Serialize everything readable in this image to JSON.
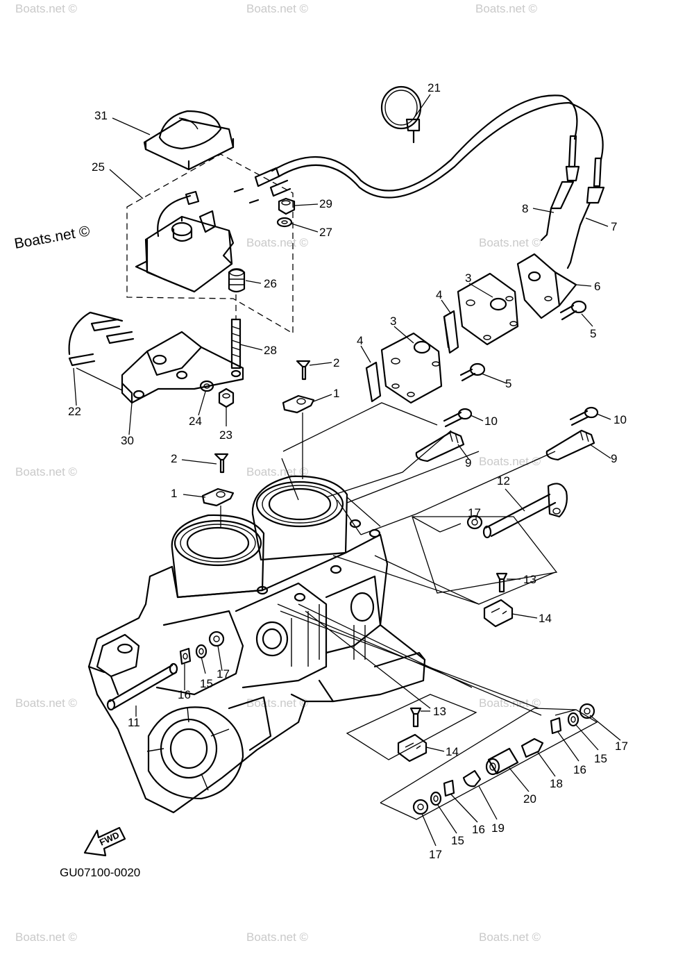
{
  "watermarks": {
    "main": "Boats.net ©",
    "faint": "Boats.net ©"
  },
  "diagram_code": "GU07100-0020",
  "fwd_label": "FWD",
  "callouts": [
    {
      "id": "c31",
      "label": "31"
    },
    {
      "id": "c25",
      "label": "25"
    },
    {
      "id": "c21",
      "label": "21"
    },
    {
      "id": "c29",
      "label": "29"
    },
    {
      "id": "c27",
      "label": "27"
    },
    {
      "id": "c8",
      "label": "8"
    },
    {
      "id": "c7",
      "label": "7"
    },
    {
      "id": "c26",
      "label": "26"
    },
    {
      "id": "c6",
      "label": "6"
    },
    {
      "id": "c3a",
      "label": "3"
    },
    {
      "id": "c4a",
      "label": "4"
    },
    {
      "id": "c5a",
      "label": "5"
    },
    {
      "id": "c28",
      "label": "28"
    },
    {
      "id": "c3b",
      "label": "3"
    },
    {
      "id": "c4b",
      "label": "4"
    },
    {
      "id": "c2a",
      "label": "2"
    },
    {
      "id": "c5b",
      "label": "5"
    },
    {
      "id": "c1a",
      "label": "1"
    },
    {
      "id": "c22",
      "label": "22"
    },
    {
      "id": "c24",
      "label": "24"
    },
    {
      "id": "c23",
      "label": "23"
    },
    {
      "id": "c30",
      "label": "30"
    },
    {
      "id": "c10a",
      "label": "10"
    },
    {
      "id": "c10b",
      "label": "10"
    },
    {
      "id": "c9a",
      "label": "9"
    },
    {
      "id": "c9b",
      "label": "9"
    },
    {
      "id": "c2b",
      "label": "2"
    },
    {
      "id": "c12",
      "label": "12"
    },
    {
      "id": "c1b",
      "label": "1"
    },
    {
      "id": "c17a",
      "label": "17"
    },
    {
      "id": "c13a",
      "label": "13"
    },
    {
      "id": "c14a",
      "label": "14"
    },
    {
      "id": "c15a",
      "label": "15"
    },
    {
      "id": "c17b",
      "label": "17"
    },
    {
      "id": "c16a",
      "label": "16"
    },
    {
      "id": "c11",
      "label": "11"
    },
    {
      "id": "c13b",
      "label": "13"
    },
    {
      "id": "c14b",
      "label": "14"
    },
    {
      "id": "c17c",
      "label": "17"
    },
    {
      "id": "c16b",
      "label": "16"
    },
    {
      "id": "c15b",
      "label": "15"
    },
    {
      "id": "c18",
      "label": "18"
    },
    {
      "id": "c20",
      "label": "20"
    },
    {
      "id": "c19",
      "label": "19"
    },
    {
      "id": "c16c",
      "label": "16"
    },
    {
      "id": "c15c",
      "label": "15"
    },
    {
      "id": "c17d",
      "label": "17"
    }
  ]
}
